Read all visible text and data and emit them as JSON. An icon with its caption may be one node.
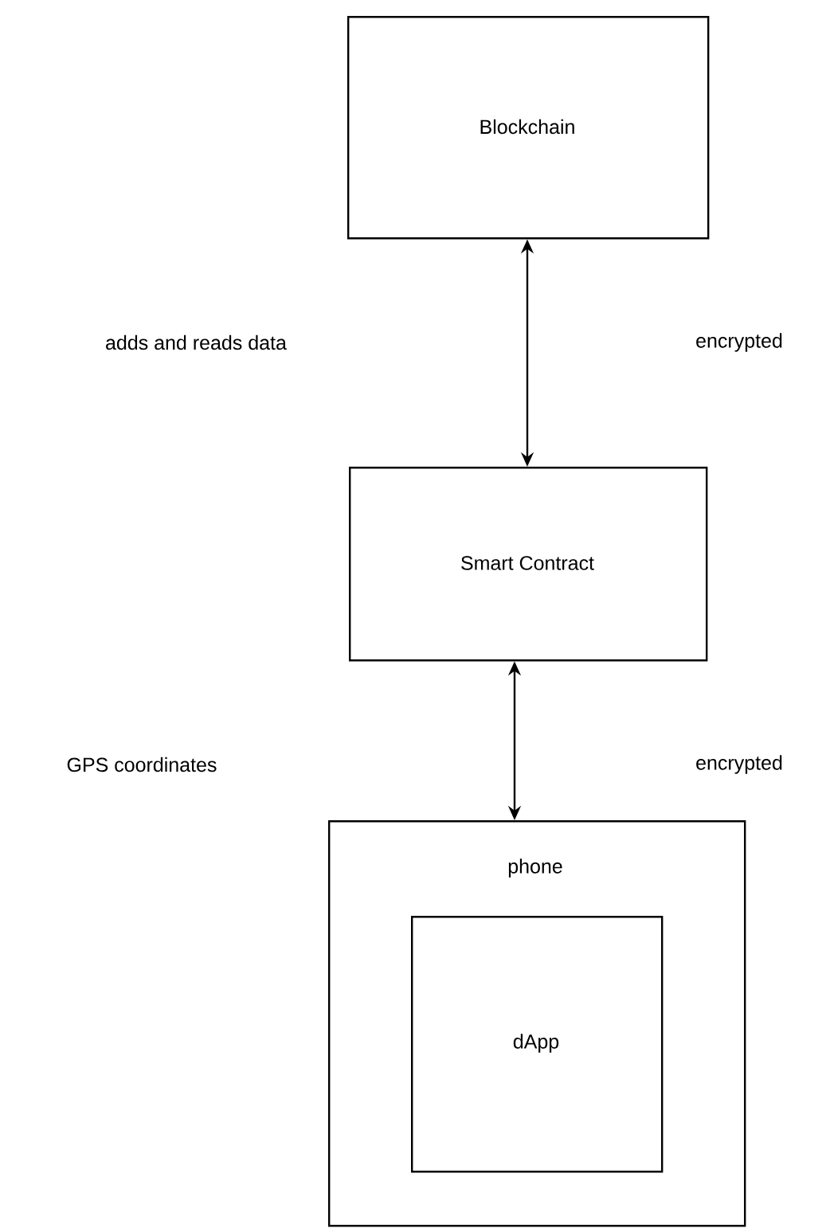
{
  "diagram": {
    "nodes": [
      {
        "text": [
          "Blockchain"
        ]
      },
      {
        "text": [
          "Smart Contract"
        ]
      },
      {
        "text": [
          "phone"
        ]
      },
      {
        "text": [
          "dApp"
        ],
        "in": 2
      }
    ],
    "edges": [
      {
        "from": 0,
        "to": 1,
        "arrow": "both"
      },
      {
        "from": 1,
        "to": 2,
        "arrow": "both"
      }
    ],
    "labels": [
      "adds and reads data",
      "encrypted",
      "GPS coordinates",
      "encrypted"
    ]
  }
}
